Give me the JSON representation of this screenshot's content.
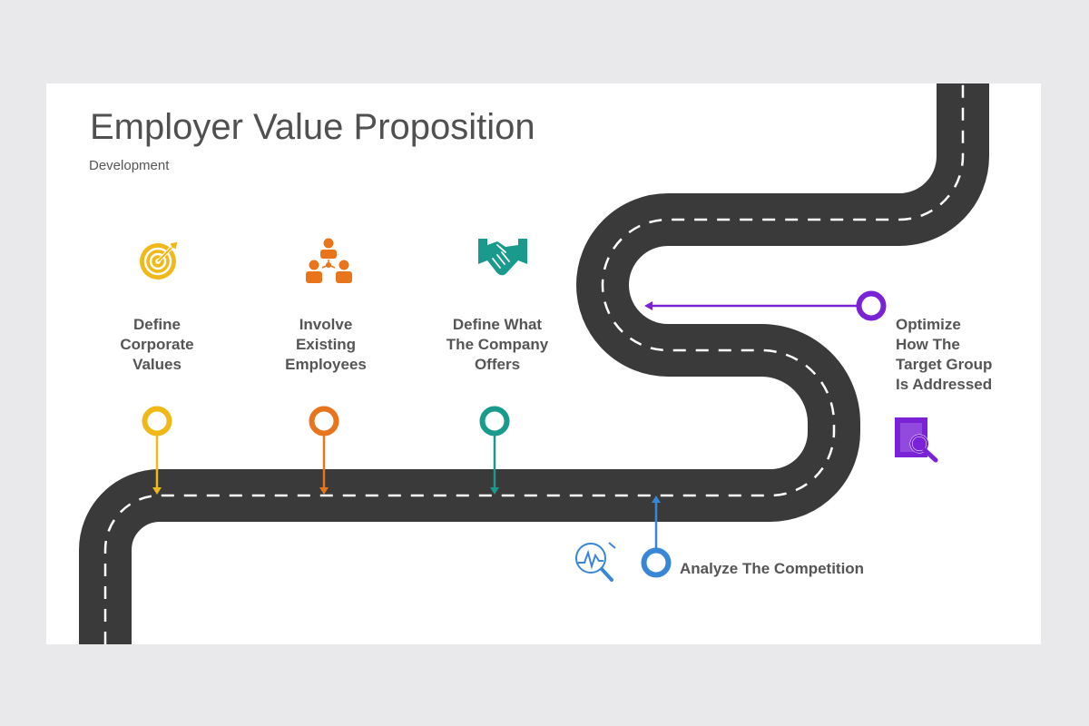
{
  "slide": {
    "title": "Employer Value Proposition",
    "subtitle": "Development"
  },
  "steps": [
    {
      "label_lines": [
        "Define",
        "Corporate",
        "Values"
      ],
      "color": "#f0b818",
      "icon": "target-icon"
    },
    {
      "label_lines": [
        "Involve",
        "Existing",
        "Employees"
      ],
      "color": "#e8741c",
      "icon": "team-hierarchy-icon"
    },
    {
      "label_lines": [
        "Define What",
        "The Company",
        "Offers"
      ],
      "color": "#1a9a8c",
      "icon": "handshake-icon"
    },
    {
      "label_lines": [
        "Analyze The Competition"
      ],
      "color": "#3a86d6",
      "icon": "magnifier-chart-icon"
    },
    {
      "label_lines": [
        "Optimize",
        "How The",
        "Target Group",
        "Is Addressed"
      ],
      "color": "#7a22d6",
      "icon": "document-search-icon"
    }
  ]
}
